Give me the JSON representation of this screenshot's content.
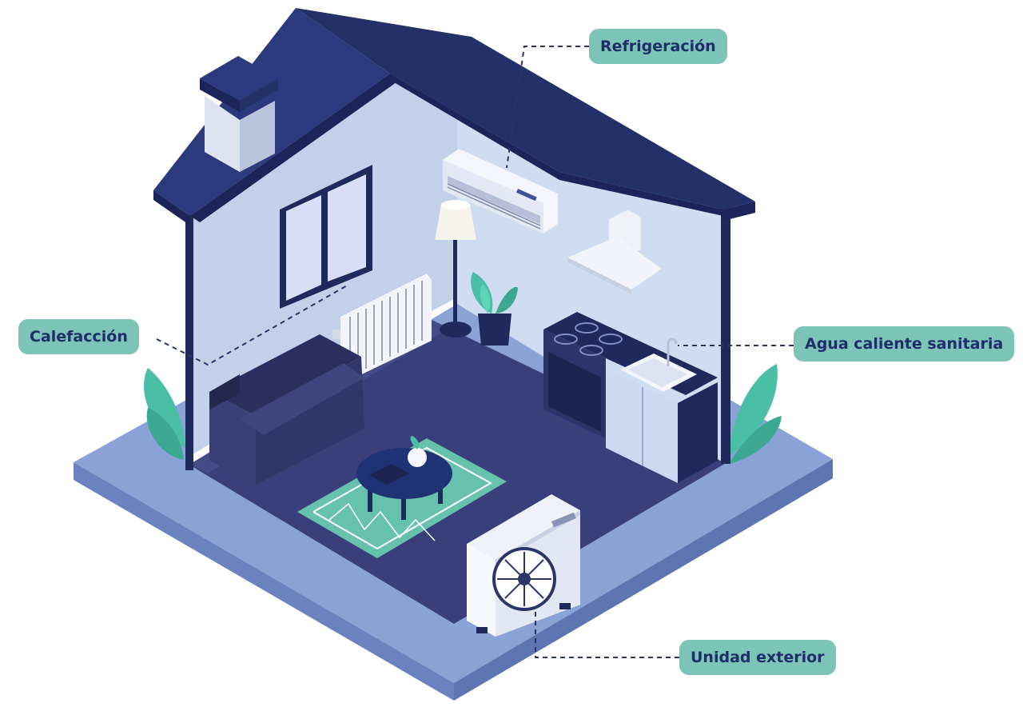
{
  "labels": {
    "refrigeracion": "Refrigeración",
    "calefaccion": "Calefacción",
    "agua_caliente": "Agua caliente sanitaria",
    "unidad_exterior": "Unidad exterior"
  },
  "colors": {
    "label_bg": "#7cc4b7",
    "label_text": "#1f2d6b",
    "roof": "#2b3a7c",
    "floor": "#383f7a",
    "wall": "#c6d4ec",
    "base": "#7f97cf",
    "plant": "#4bbfa5"
  },
  "icons": [
    "air-conditioner-icon",
    "radiator-icon",
    "water-heater-icon",
    "outdoor-unit-icon"
  ]
}
